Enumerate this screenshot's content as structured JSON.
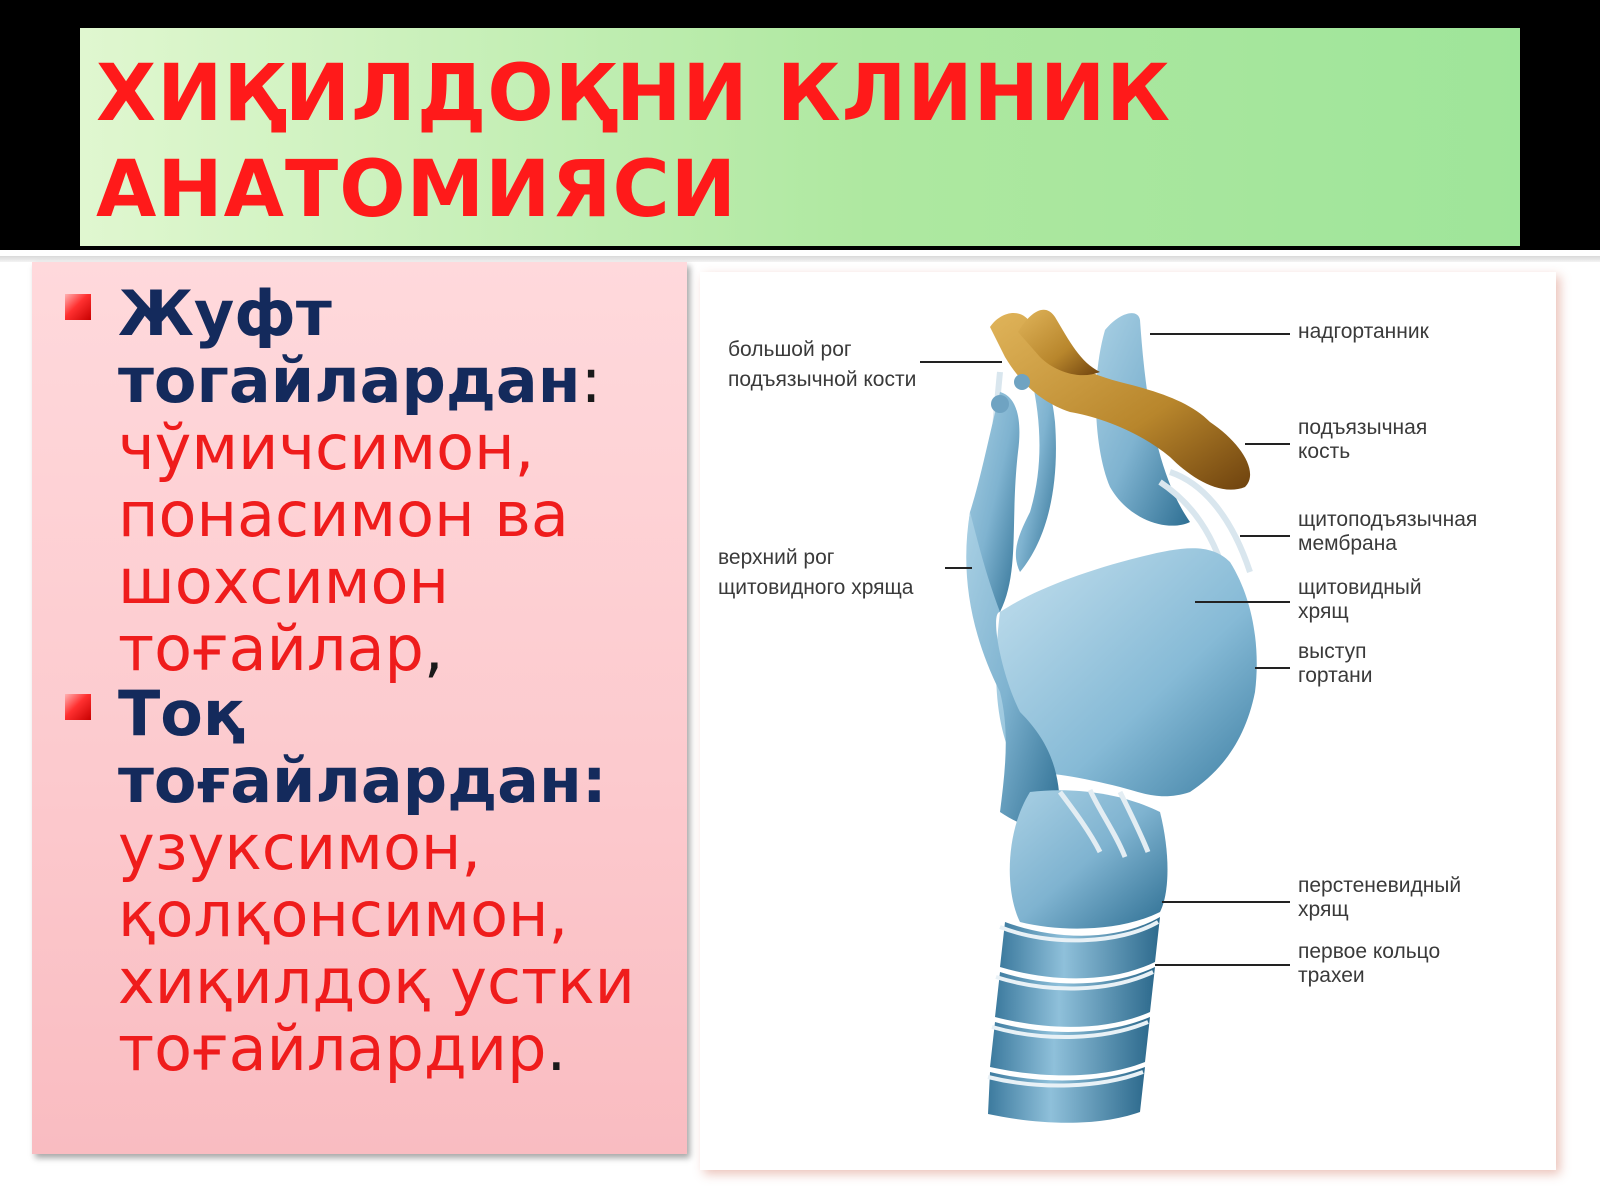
{
  "slide": {
    "title_line1": "ХИҚИЛДОҚНИ КЛИНИК",
    "title_line2": "АНАТОМИЯСИ"
  },
  "bullets": [
    {
      "lead": "Жуфт тогайлардан",
      "lead_punct": ":",
      "body": "чўмичсимон, понасимон ва шохсимон тоғайлар",
      "end_punct": ","
    },
    {
      "lead": "Тоқ тоғайлардан:",
      "body": "узуксимон, қолқонсимон, хиқилдоқ устки тоғайлардир",
      "end_punct": "."
    }
  ],
  "diagram": {
    "labels": {
      "greater_horn_1": "большой рог",
      "greater_horn_2": "подъязычной кости",
      "superior_horn_1": "верхний рог",
      "superior_horn_2": "щитовидного хряща",
      "epiglottis": "надгортанник",
      "hyoid_1": "подъязычная",
      "hyoid_2": "кость",
      "membrane_1": "щитоподъязычная",
      "membrane_2": "мембрана",
      "thyroid_1": "щитовидный",
      "thyroid_2": "хрящ",
      "prominence_1": "выступ",
      "prominence_2": "гортани",
      "cricoid_1": "перстеневидный",
      "cricoid_2": "хрящ",
      "trachea_1": "первое кольцо",
      "trachea_2": "трахеи"
    },
    "colors": {
      "cartilage": "#7fb3d0",
      "cartilage_dark": "#2e6f93",
      "bone": "#c89a3c",
      "bone_dark": "#7a4c12"
    }
  }
}
